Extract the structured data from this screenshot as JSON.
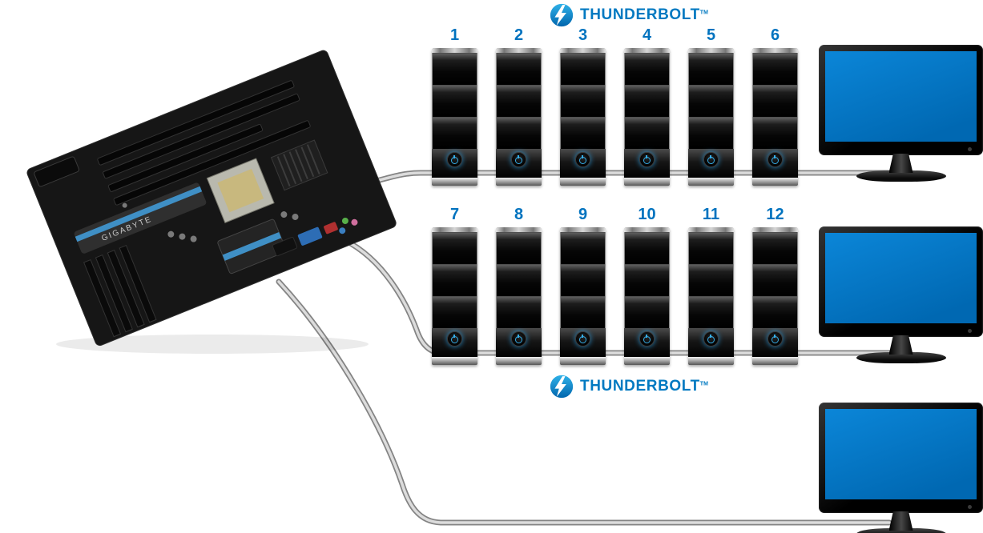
{
  "logos": {
    "top": {
      "label": "THUNDERBOLT",
      "tm": "TM"
    },
    "bottom": {
      "label": "THUNDERBOLT",
      "tm": "TM"
    }
  },
  "motherboard": {
    "brand": "GIGABYTE"
  },
  "chains": [
    {
      "name": "chain-1",
      "devices": [
        {
          "label": "1"
        },
        {
          "label": "2"
        },
        {
          "label": "3"
        },
        {
          "label": "4"
        },
        {
          "label": "5"
        },
        {
          "label": "6"
        }
      ]
    },
    {
      "name": "chain-2",
      "devices": [
        {
          "label": "7"
        },
        {
          "label": "8"
        },
        {
          "label": "9"
        },
        {
          "label": "10"
        },
        {
          "label": "11"
        },
        {
          "label": "12"
        }
      ]
    }
  ],
  "monitors": [
    {
      "name": "monitor-1"
    },
    {
      "name": "monitor-2"
    },
    {
      "name": "monitor-3"
    }
  ],
  "colors": {
    "thunderbolt_blue": "#0079c1",
    "number_blue": "#0073bf",
    "screen_blue": "#0077cc",
    "cable_gray": "#dcdcdc"
  }
}
